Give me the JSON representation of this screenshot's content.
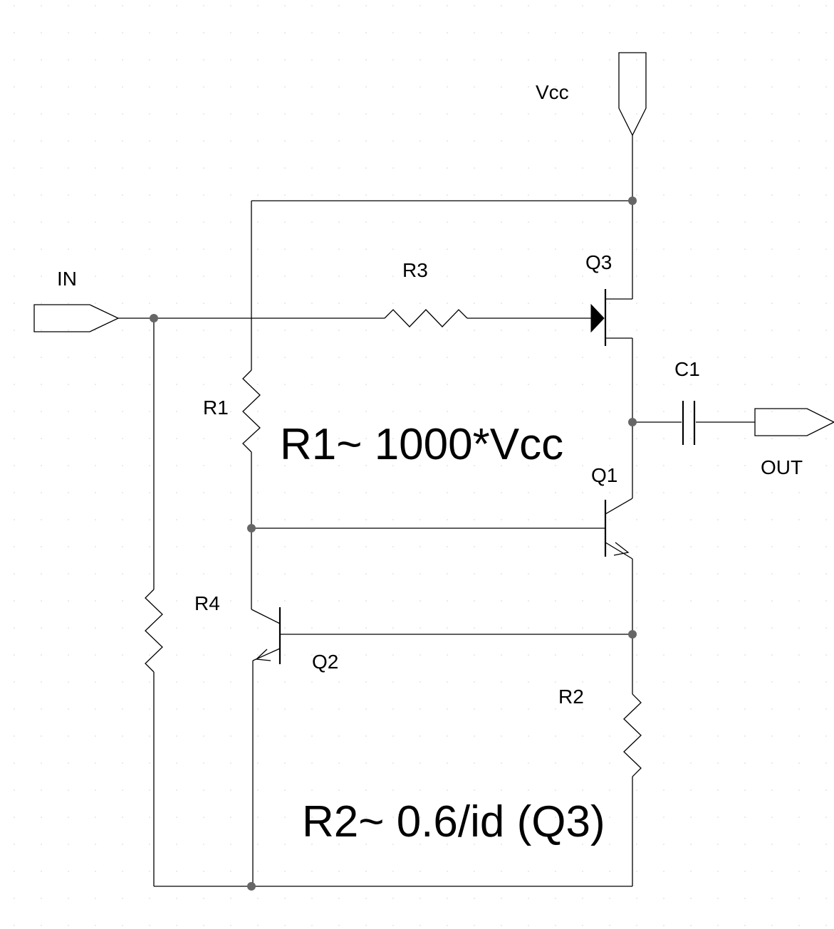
{
  "labels": {
    "vcc": "Vcc",
    "in": "IN",
    "out": "OUT",
    "r1": "R1",
    "r2": "R2",
    "r3": "R3",
    "r4": "R4",
    "c1": "C1",
    "q1": "Q1",
    "q2": "Q2",
    "q3": "Q3"
  },
  "notes": {
    "r1_formula": "R1~ 1000*Vcc",
    "r2_formula": "R2~ 0.6/id (Q3)"
  },
  "colors": {
    "wire": "#000000",
    "node": "#666666",
    "grid_dot": "#d4d4d4",
    "background": "#ffffff"
  }
}
